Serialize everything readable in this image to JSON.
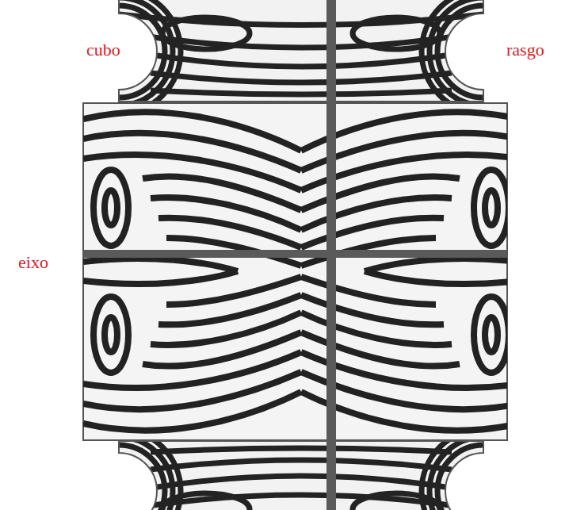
{
  "diagram": {
    "labels": [
      "cubo",
      "rasgo",
      "eixo"
    ]
  }
}
